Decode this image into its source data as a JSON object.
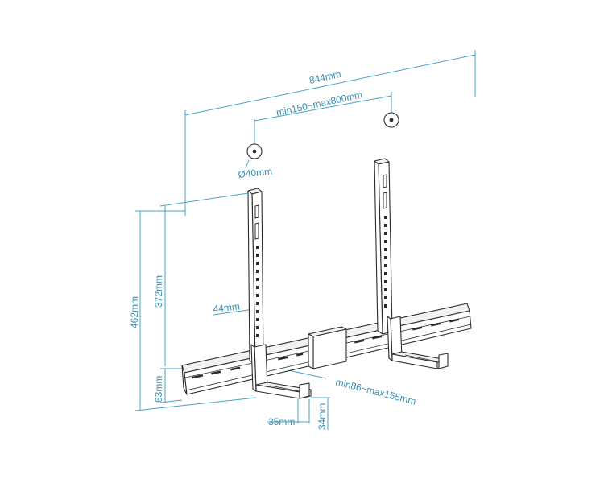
{
  "diagram": {
    "dimensions": {
      "total_width": "844mm",
      "vesa_spacing": "min150~max800mm",
      "washer_diameter": "Ø40mm",
      "total_height": "462mm",
      "arm_height": "372mm",
      "arm_width": "44mm",
      "bar_height": "63mm",
      "shelf_depth": "min86~max155mm",
      "lip_width": "35mm",
      "lip_height": "34mm"
    },
    "colors": {
      "dimension_line": "#4aa3c4",
      "dimension_text": "#3a8fb3",
      "outline": "#2b2b2b"
    }
  }
}
